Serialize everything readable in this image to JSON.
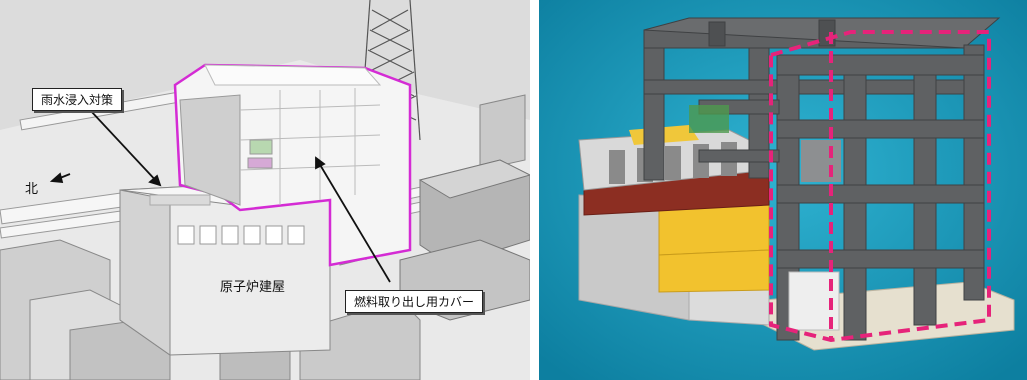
{
  "left_figure": {
    "labels": {
      "rainwater": "雨水浸入対策",
      "north": "北",
      "reactor_building": "原子炉建屋",
      "fuel_cover": "燃料取り出し用カバー"
    },
    "colors": {
      "cover_outline": "#d42bd4",
      "background": "#e9e9e9"
    }
  },
  "right_figure": {
    "colors": {
      "background": "#1597b7",
      "frame": "#5f6163",
      "dashed_outline": "#e6237a",
      "yellow_block": "#f2c22e",
      "red_block": "#8c2e22"
    }
  }
}
